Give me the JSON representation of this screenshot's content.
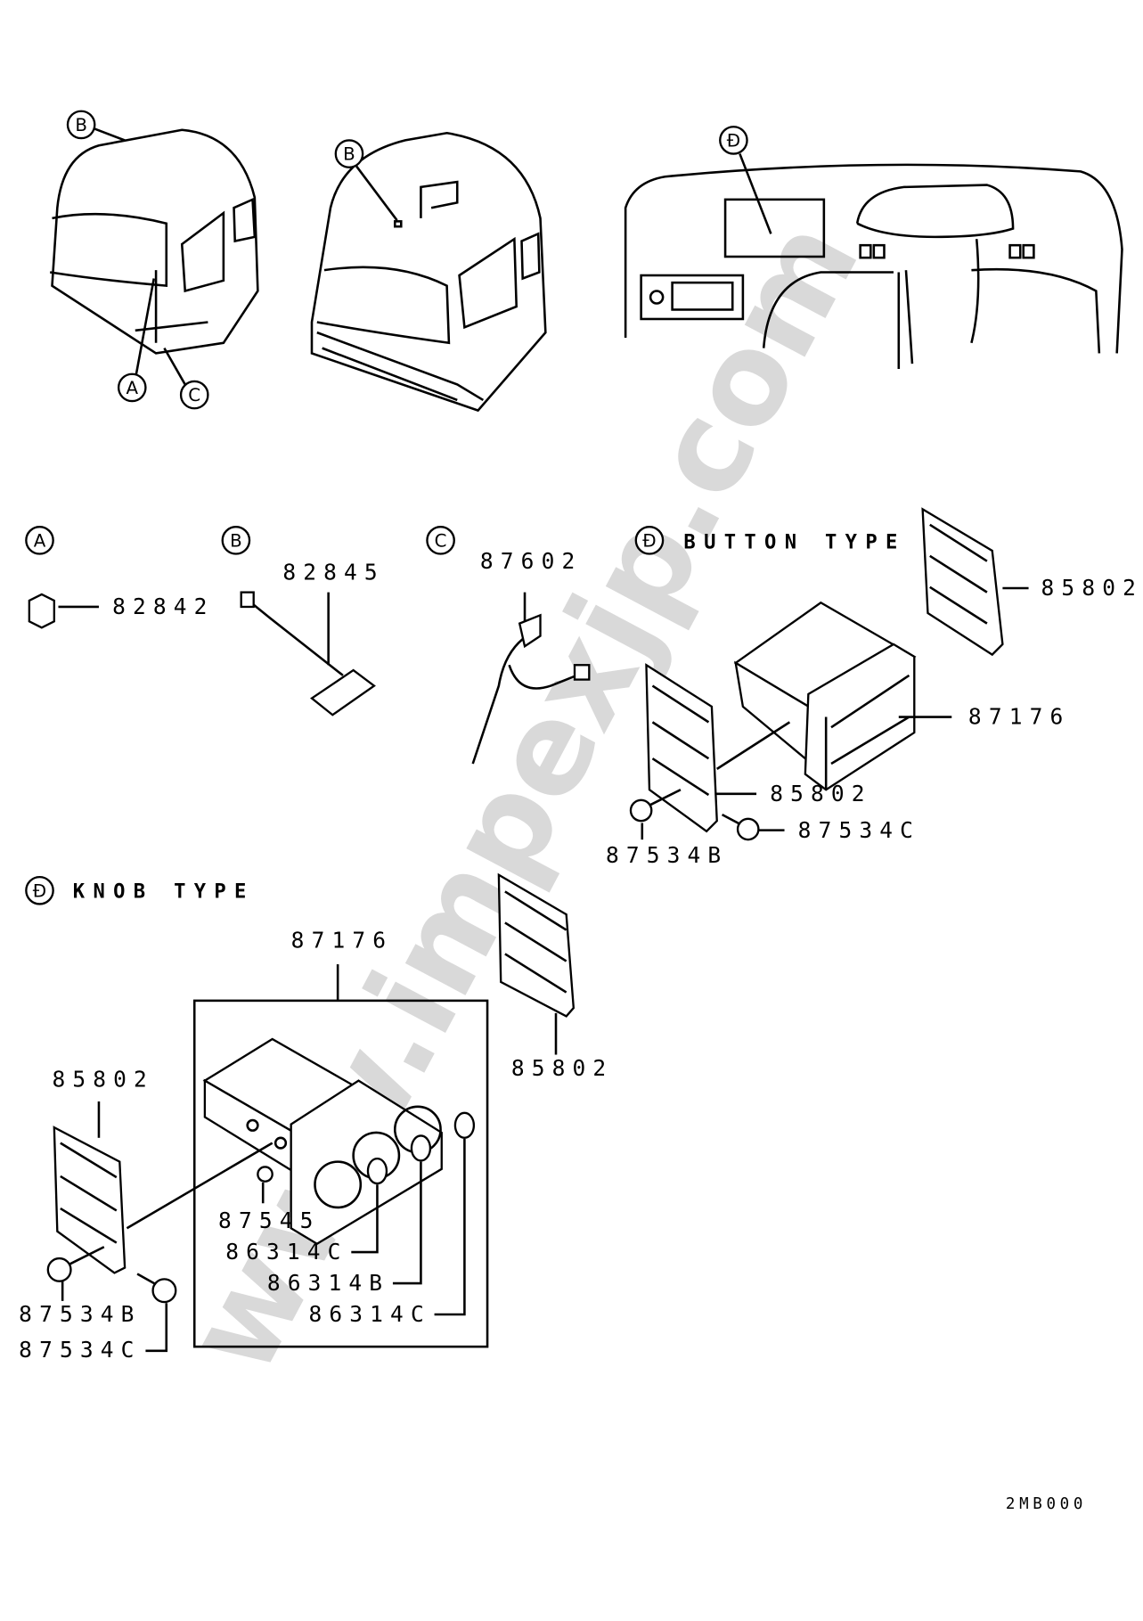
{
  "watermark": "www.impexjp.com",
  "callouts": {
    "A": "A",
    "B": "B",
    "C": "C",
    "D": "Đ"
  },
  "sections": {
    "button_type": "BUTTON TYPE",
    "knob_type": "KNOB TYPE"
  },
  "parts": {
    "a_clip": "82842",
    "b_sensor": "82845",
    "c_sensor": "87602",
    "btn_bracket_right": "85802",
    "btn_control_unit": "87176",
    "btn_bracket_left": "85802",
    "btn_screw_c": "87534C",
    "btn_screw_b": "87534B",
    "knob_control_unit": "87176",
    "knob_bracket_right": "85802",
    "knob_bracket_left": "85802",
    "knob_bulb": "87545",
    "knob_1": "86314C",
    "knob_2": "86314B",
    "knob_3": "86314C",
    "knob_screw_b": "87534B",
    "knob_screw_c": "87534C"
  },
  "diagram_code": "2MB000"
}
